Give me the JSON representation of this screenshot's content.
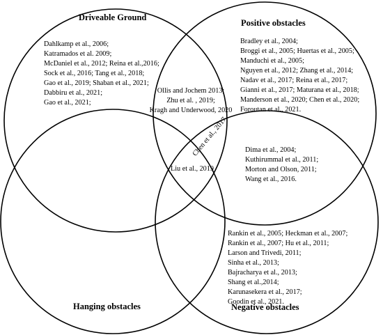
{
  "sets": {
    "driveable": {
      "title": "Driveable Ground",
      "refs": [
        "Dahlkamp et al., 2006;",
        "Katramados et al. 2009;",
        "McDaniel et al., 2012; Reina et al.,2016;",
        "Sock et al., 2016; Tang et al., 2018;",
        "Gao et al., 2019; Shaban et al., 2021;",
        "Dabbiru et al., 2021;",
        "Gao et al., 2021;"
      ]
    },
    "positive": {
      "title": "Positive obstacles",
      "refs": [
        "Bradley et al., 2004;",
        "Broggi et al., 2005; Huertas et al., 2005;",
        "Manduchi et al., 2005;",
        "Nguyen et al., 2012; Zhang et al., 2014;",
        "Nadav et al., 2017; Reina et al., 2017;",
        "Gianni et al., 2017; Maturana et al., 2018;",
        "Manderson et al., 2020; Chen et al., 2020;",
        "Foroutan et al., 2021."
      ]
    },
    "hanging": {
      "title": "Hanging obstacles",
      "refs": []
    },
    "negative": {
      "title": "Negative obstacles",
      "refs": [
        "Rankin et al., 2005; Heckman et al., 2007;",
        "Rankin et al., 2007; Hu et al., 2011;",
        "Larson and Trivedi, 2011;",
        "Sinha et al., 2013;",
        "Bajracharya et al., 2013;",
        "Shang et al.,2014;",
        "Karunasekera et al., 2017;",
        "Goodin et al., 2021."
      ]
    }
  },
  "intersections": {
    "driveable_positive": [
      "Ollis and Jochem 2013;",
      "Zhu et al. , 2019;",
      "Kragh and Underwood, 2020"
    ],
    "positive_negative": [
      "Dima et al., 2004;",
      "Kuthirummal et al., 2011;",
      "Morton and Olson, 2011;",
      "Wang et al., 2016."
    ],
    "center": [
      "Liu et al., 2019"
    ],
    "positive_hanging_negative": [
      "Chen et al., 2017"
    ]
  }
}
